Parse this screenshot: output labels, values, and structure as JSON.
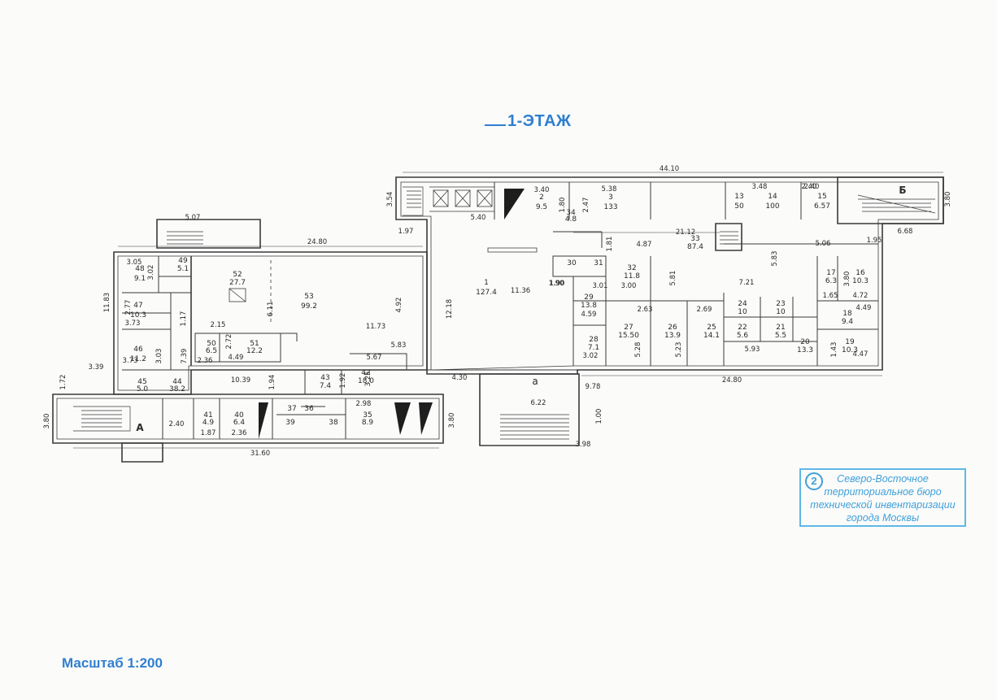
{
  "title": {
    "prefix": "1-",
    "word": "ЭТАЖ"
  },
  "scale_label": "Масштаб 1:200",
  "stamp": {
    "number": "2",
    "lines": [
      "Северо-Восточное",
      "территориальное бюро",
      "технической инвентаризации",
      "города Москвы"
    ]
  },
  "wing_labels": [
    "А",
    "Б"
  ],
  "entrance_label": "а",
  "room_labels": [
    "1",
    "127.4",
    "2",
    "9.5",
    "3",
    "133",
    "13",
    "50",
    "14",
    "100",
    "15",
    "6.57",
    "53",
    "99.2",
    "52",
    "27.7",
    "46",
    "11.2",
    "47",
    "10.3",
    "48",
    "9.1",
    "49",
    "5.1",
    "45",
    "5.0",
    "44",
    "38.2",
    "43",
    "7.4",
    "42",
    "18.0",
    "41",
    "4.9",
    "40",
    "6.4",
    "35",
    "8.9",
    "32",
    "11.8",
    "33",
    "87.4",
    "29",
    "13.8",
    "27",
    "15.50",
    "26",
    "13.9",
    "25",
    "14.1",
    "24",
    "10",
    "23",
    "10",
    "22",
    "5.6",
    "21",
    "5.5",
    "20",
    "13.3",
    "19",
    "10.3",
    "18",
    "9.4",
    "17",
    "6.3",
    "16",
    "10.3",
    "34",
    "4.8",
    "30",
    "31",
    "28",
    "7.1",
    "51",
    "12.2",
    "50",
    "6.5",
    "36",
    "37",
    "38",
    "39"
  ],
  "dimensions": [
    "44.10",
    "24.80",
    "24.80",
    "31.60",
    "21.12",
    "12.18",
    "11.36",
    "11.73",
    "10.39",
    "6.11",
    "4.92",
    "5.07",
    "5.40",
    "5.38",
    "3.40",
    "1.80",
    "2.47",
    "1.97",
    "3.54",
    "3.80",
    "6.68",
    "1.95",
    "5.06",
    "5.83",
    "7.21",
    "4.87",
    "5.81",
    "1.81",
    "2.63",
    "2.69",
    "5.28",
    "5.23",
    "3.00",
    "3.01",
    "4.59",
    "3.02",
    "5.93",
    "4.47",
    "4.49",
    "4.72",
    "3.80",
    "1.65",
    "1.43",
    "4.30",
    "6.22",
    "9.78",
    "3.80",
    "1.00",
    "3.98",
    "2.40",
    "1.87",
    "2.36",
    "2.98",
    "3.25",
    "5.67",
    "5.83",
    "1.92",
    "1.94",
    "2.36",
    "4.49",
    "2.72",
    "2.15",
    "1.17",
    "7.39",
    "3.39",
    "1.72",
    "3.80",
    "3.05",
    "3.02",
    "2.77",
    "3.73",
    "3.73",
    "3.03",
    "11.83",
    "2.40",
    "3.48",
    "2.40",
    "1.90",
    "1.90"
  ]
}
